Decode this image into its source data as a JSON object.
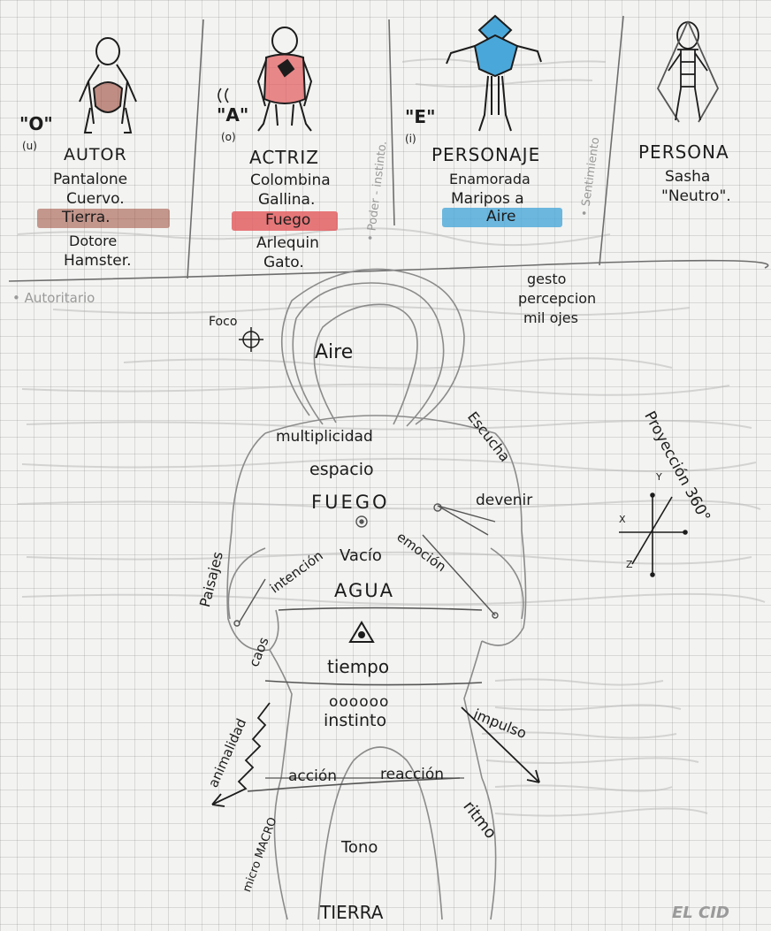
{
  "colors": {
    "ink": "#1c1c1c",
    "pencil": "#8b8b8b",
    "earth_brown": "#9c4a3a",
    "fire_red": "#e2585b",
    "air_blue": "#4aa7d9"
  },
  "characters": [
    {
      "vowel": "\"O\"",
      "sub": "(u)",
      "title": "AUTOR",
      "mask": "Pantalone",
      "animal": "Cuervo.",
      "element": "Tierra.",
      "mask2": "Dotore",
      "animal2": "Hamster.",
      "color": "#9c4a3a"
    },
    {
      "vowel": "\"A\"",
      "sub": "(o)",
      "title": "ACTRIZ",
      "mask": "Colombina",
      "animal": "Gallina.",
      "element": "Fuego",
      "mask2": "Arlequin",
      "animal2": "Gato.",
      "color": "#e2585b"
    },
    {
      "vowel": "\"E\"",
      "sub": "(i)",
      "title": "PERSONAJE",
      "mask": "Enamorada",
      "animal": "Maripos a",
      "element": "Aire",
      "color": "#4aa7d9"
    },
    {
      "title": "PERSONA",
      "mask": "Sasha",
      "animal": "\"Neutro\"."
    }
  ],
  "side_notes": {
    "poder": "• Poder - instinto.",
    "sentimiento": "• Sentimiento",
    "autoritario": "• Autoritario"
  },
  "diagram": {
    "top_note": [
      "gesto",
      "percepcion",
      "mil ojes"
    ],
    "foco": "Foco",
    "aire": "Aire",
    "multiplicidad": "multiplicidad",
    "espacio": "espacio",
    "fuego": "FUEGO",
    "escucha": "Escucha",
    "devenir": "devenir",
    "proyeccion": "Proyección 360°",
    "paisajes": "Paisajes",
    "intencion": "intención",
    "vacio": "Vacío",
    "emocion": "emoción",
    "agua": "AGUA",
    "caos": "caos",
    "tiempo": "tiempo",
    "circles": "oooooo",
    "instinto": "instinto",
    "impulso": "impulso",
    "animalidad": "animalidad",
    "accion": "acción",
    "reaccion": "reacción",
    "ritmo": "ritmo",
    "micro_macro": "micro MACRO",
    "tono": "Tono",
    "tierra": "TIERRA",
    "axis_y": "Y",
    "axis_x": "X",
    "axis_z": "Z"
  },
  "watermark": "EL CID"
}
